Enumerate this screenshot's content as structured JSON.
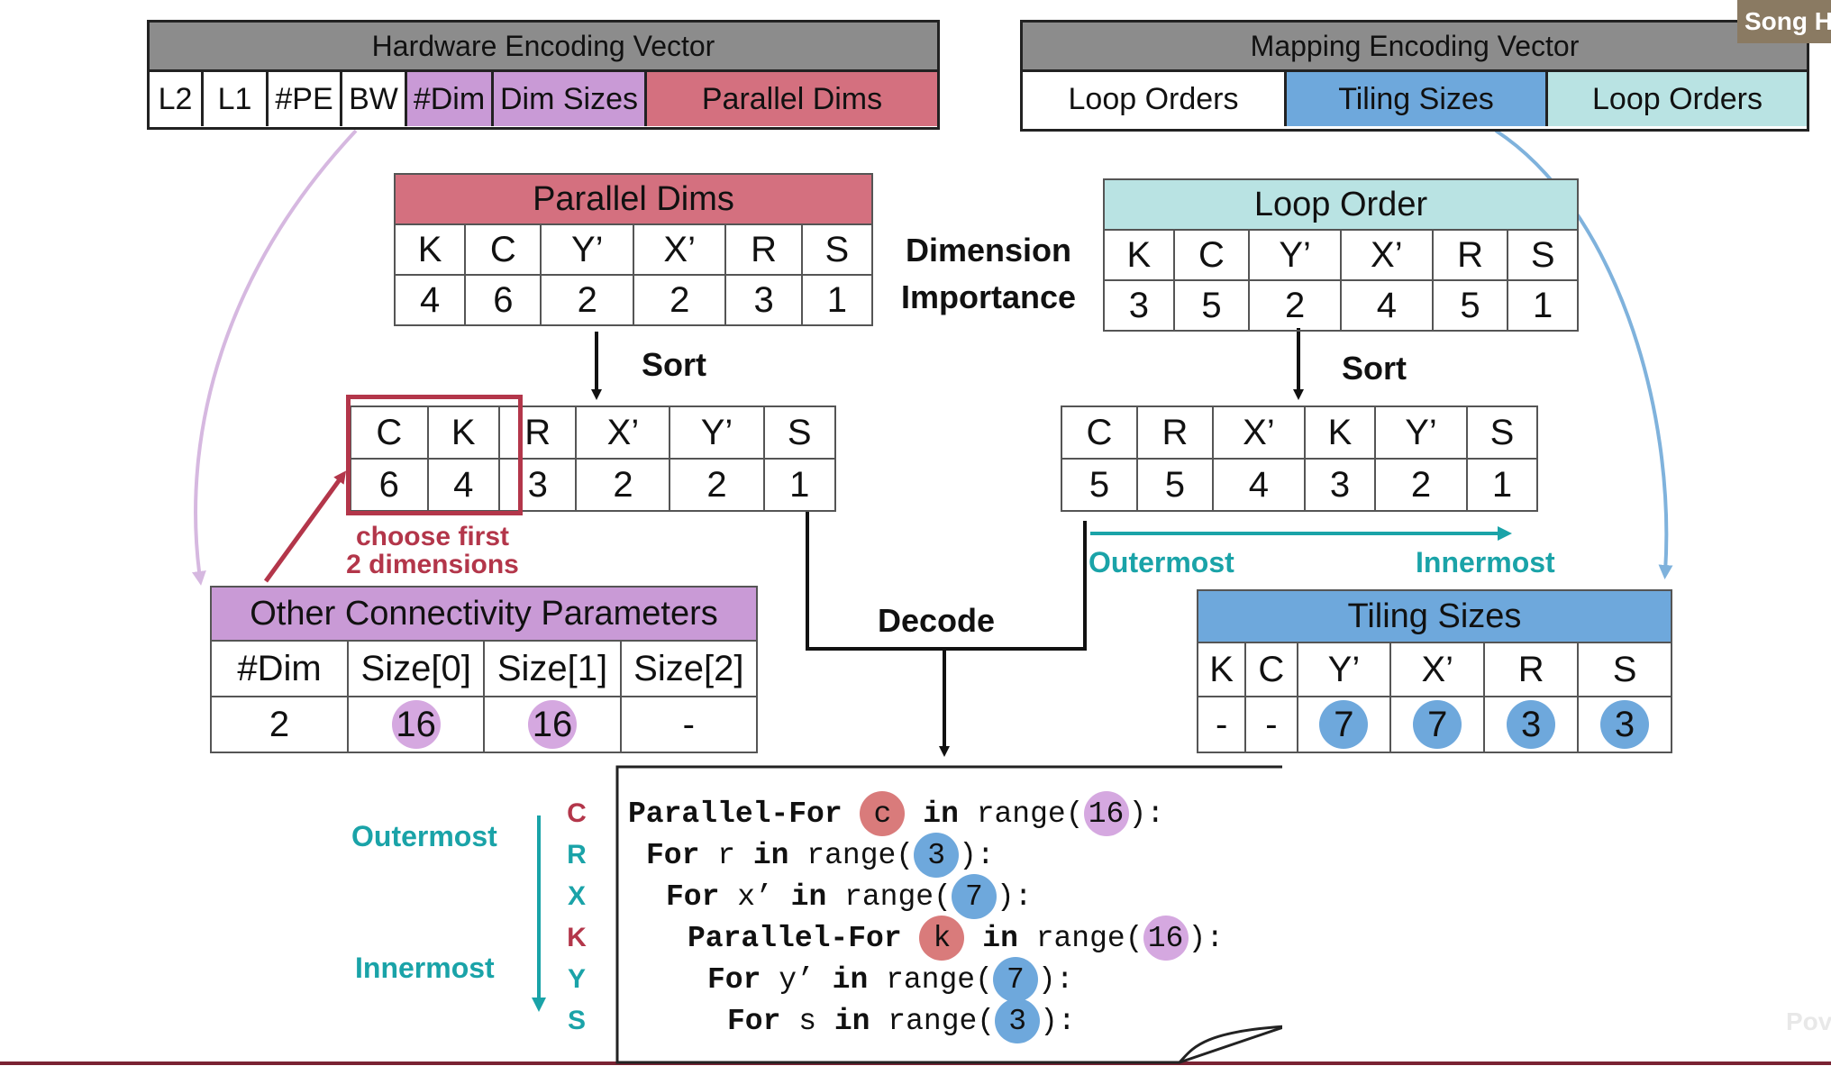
{
  "overlay": {
    "speaker_name": "Song H",
    "watermark": "Pov"
  },
  "hardware_vector": {
    "title": "Hardware Encoding Vector",
    "cells": [
      "L2",
      "L1",
      "#PE",
      "BW",
      "#Dim",
      "Dim Sizes",
      "Parallel Dims"
    ]
  },
  "mapping_vector": {
    "title": "Mapping Encoding Vector",
    "cells": [
      "Loop Orders",
      "Tiling Sizes",
      "Loop Orders"
    ]
  },
  "dimension_importance": {
    "line1": "Dimension",
    "line2": "Importance"
  },
  "parallel_dims": {
    "title": "Parallel Dims",
    "dims": [
      "K",
      "C",
      "Y’",
      "X’",
      "R",
      "S"
    ],
    "values": [
      "4",
      "6",
      "2",
      "2",
      "3",
      "1"
    ]
  },
  "loop_order": {
    "title": "Loop Order",
    "dims": [
      "K",
      "C",
      "Y’",
      "X’",
      "R",
      "S"
    ],
    "values": [
      "3",
      "5",
      "2",
      "4",
      "5",
      "1"
    ]
  },
  "sort_label": "Sort",
  "sorted_parallel": {
    "dims": [
      "C",
      "K",
      "R",
      "X’",
      "Y’",
      "S"
    ],
    "values": [
      "6",
      "4",
      "3",
      "2",
      "2",
      "1"
    ]
  },
  "sorted_loop": {
    "dims": [
      "C",
      "R",
      "X’",
      "K",
      "Y’",
      "S"
    ],
    "values": [
      "5",
      "5",
      "4",
      "3",
      "2",
      "1"
    ]
  },
  "choose_note": {
    "line1": "choose first",
    "line2": "2 dimensions"
  },
  "order_arrow": {
    "outer": "Outermost",
    "inner": "Innermost"
  },
  "connectivity": {
    "title": "Other Connectivity Parameters",
    "headers": [
      "#Dim",
      "Size[0]",
      "Size[1]",
      "Size[2]"
    ],
    "values": [
      "2",
      "16",
      "16",
      "-"
    ]
  },
  "tiling": {
    "title": "Tiling Sizes",
    "dims": [
      "K",
      "C",
      "Y’",
      "X’",
      "R",
      "S"
    ],
    "values": [
      "-",
      "-",
      "7",
      "7",
      "3",
      "3"
    ]
  },
  "decode_label": "Decode",
  "loop_axis": {
    "outer": "Outermost",
    "inner": "Innermost",
    "letters": [
      "C",
      "R",
      "X",
      "K",
      "Y",
      "S"
    ]
  },
  "code": {
    "lines": [
      {
        "kw": "Parallel-For",
        "var": "c",
        "mid": "in",
        "fn": "range(",
        "num": "16",
        "end": "):"
      },
      {
        "kw": "For",
        "var": "r",
        "mid": "in",
        "fn": "range(",
        "num": "3",
        "end": "):"
      },
      {
        "kw": "For",
        "var": "x’",
        "mid": "in",
        "fn": "range(",
        "num": "7",
        "end": "):"
      },
      {
        "kw": "Parallel-For",
        "var": "k",
        "mid": "in",
        "fn": "range(",
        "num": "16",
        "end": "):"
      },
      {
        "kw": "For",
        "var": "y’",
        "mid": "in",
        "fn": "range(",
        "num": "7",
        "end": "):"
      },
      {
        "kw": "For",
        "var": "s",
        "mid": "in",
        "fn": "range(",
        "num": "3",
        "end": "):"
      }
    ]
  },
  "colors": {
    "parallel_red": "#d4707f",
    "dim_purple": "#c99ad6",
    "tiling_blue": "#6ea8dc",
    "loop_teal": "#b9e3e3",
    "dot_red": "#d97b7b",
    "dot_purple": "#d5a8e0",
    "dot_blue": "#6ea8dc",
    "teal_text": "#1aa3a8",
    "dark_red": "#b3364a"
  }
}
